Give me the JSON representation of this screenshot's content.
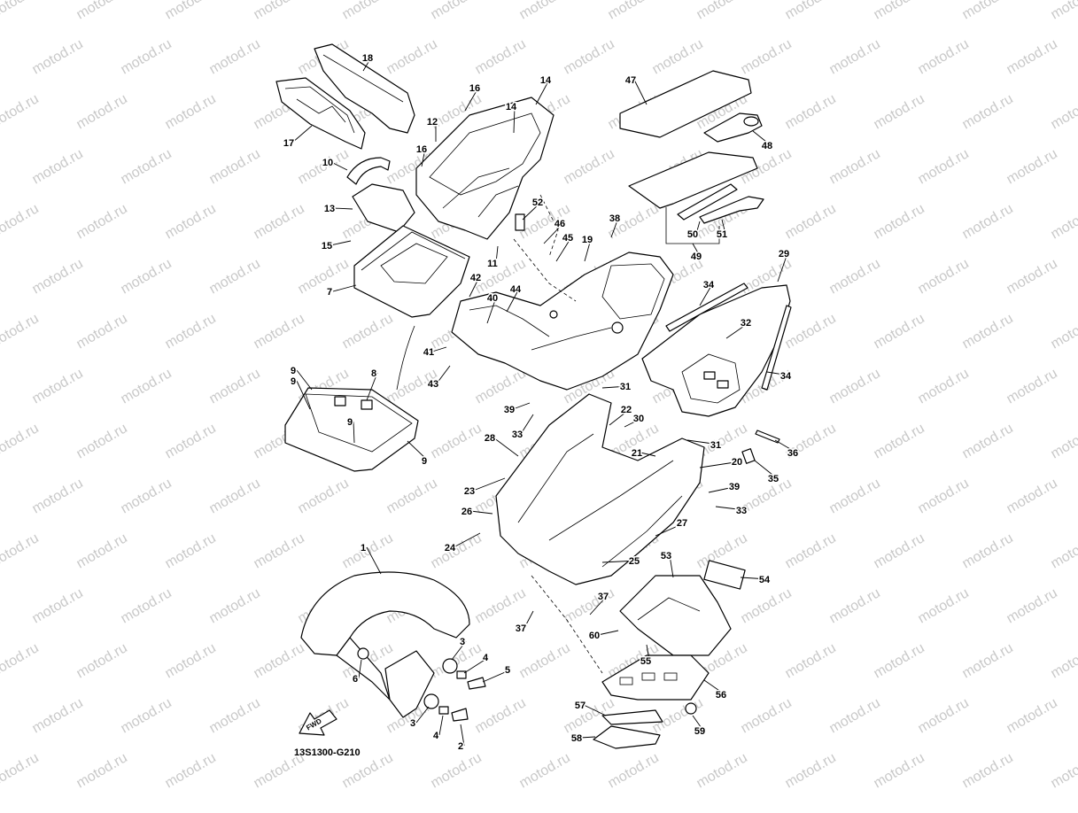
{
  "watermark": {
    "text": "motod.ru"
  },
  "diagram_code": "13S1300-G210",
  "fwd_label": "FWD",
  "callouts": [
    {
      "id": "c1",
      "label": "1"
    },
    {
      "id": "c2",
      "label": "2"
    },
    {
      "id": "c3a",
      "label": "3"
    },
    {
      "id": "c3b",
      "label": "3"
    },
    {
      "id": "c4a",
      "label": "4"
    },
    {
      "id": "c4b",
      "label": "4"
    },
    {
      "id": "c5",
      "label": "5"
    },
    {
      "id": "c6",
      "label": "6"
    },
    {
      "id": "c7",
      "label": "7"
    },
    {
      "id": "c8",
      "label": "8"
    },
    {
      "id": "c9a",
      "label": "9"
    },
    {
      "id": "c9b",
      "label": "9"
    },
    {
      "id": "c9c",
      "label": "9"
    },
    {
      "id": "c9d",
      "label": "9"
    },
    {
      "id": "c10",
      "label": "10"
    },
    {
      "id": "c11",
      "label": "11"
    },
    {
      "id": "c12",
      "label": "12"
    },
    {
      "id": "c13",
      "label": "13"
    },
    {
      "id": "c14a",
      "label": "14"
    },
    {
      "id": "c14b",
      "label": "14"
    },
    {
      "id": "c15",
      "label": "15"
    },
    {
      "id": "c16a",
      "label": "16"
    },
    {
      "id": "c16b",
      "label": "16"
    },
    {
      "id": "c17",
      "label": "17"
    },
    {
      "id": "c18",
      "label": "18"
    },
    {
      "id": "c19",
      "label": "19"
    },
    {
      "id": "c20",
      "label": "20"
    },
    {
      "id": "c21",
      "label": "21"
    },
    {
      "id": "c22",
      "label": "22"
    },
    {
      "id": "c23",
      "label": "23"
    },
    {
      "id": "c24",
      "label": "24"
    },
    {
      "id": "c25",
      "label": "25"
    },
    {
      "id": "c26",
      "label": "26"
    },
    {
      "id": "c27",
      "label": "27"
    },
    {
      "id": "c28",
      "label": "28"
    },
    {
      "id": "c29",
      "label": "29"
    },
    {
      "id": "c30",
      "label": "30"
    },
    {
      "id": "c31a",
      "label": "31"
    },
    {
      "id": "c31b",
      "label": "31"
    },
    {
      "id": "c32",
      "label": "32"
    },
    {
      "id": "c33a",
      "label": "33"
    },
    {
      "id": "c33b",
      "label": "33"
    },
    {
      "id": "c34a",
      "label": "34"
    },
    {
      "id": "c34b",
      "label": "34"
    },
    {
      "id": "c35",
      "label": "35"
    },
    {
      "id": "c36",
      "label": "36"
    },
    {
      "id": "c37a",
      "label": "37"
    },
    {
      "id": "c37b",
      "label": "37"
    },
    {
      "id": "c38",
      "label": "38"
    },
    {
      "id": "c39a",
      "label": "39"
    },
    {
      "id": "c39b",
      "label": "39"
    },
    {
      "id": "c40",
      "label": "40"
    },
    {
      "id": "c41",
      "label": "41"
    },
    {
      "id": "c42",
      "label": "42"
    },
    {
      "id": "c43",
      "label": "43"
    },
    {
      "id": "c44",
      "label": "44"
    },
    {
      "id": "c45",
      "label": "45"
    },
    {
      "id": "c46",
      "label": "46"
    },
    {
      "id": "c47",
      "label": "47"
    },
    {
      "id": "c48",
      "label": "48"
    },
    {
      "id": "c49",
      "label": "49"
    },
    {
      "id": "c50",
      "label": "50"
    },
    {
      "id": "c51",
      "label": "51"
    },
    {
      "id": "c52",
      "label": "52"
    },
    {
      "id": "c53",
      "label": "53"
    },
    {
      "id": "c54",
      "label": "54"
    },
    {
      "id": "c55",
      "label": "55"
    },
    {
      "id": "c56",
      "label": "56"
    },
    {
      "id": "c57",
      "label": "57"
    },
    {
      "id": "c58",
      "label": "58"
    },
    {
      "id": "c59",
      "label": "59"
    },
    {
      "id": "c60",
      "label": "60"
    }
  ]
}
